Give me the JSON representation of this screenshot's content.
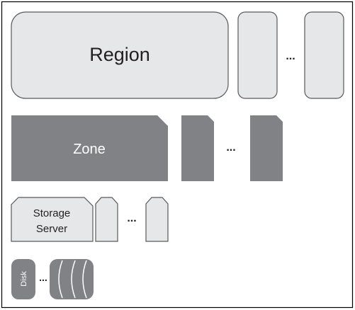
{
  "diagram": {
    "region": {
      "label": "Region",
      "fill": "#e6e7e8",
      "stroke": "#58595b"
    },
    "zone": {
      "label": "Zone",
      "fill": "#808285",
      "text_color": "#ffffff"
    },
    "storage_server": {
      "label_line1": "Storage",
      "label_line2": "Server",
      "fill": "#e6e7e8",
      "stroke": "#58595b"
    },
    "disk": {
      "label": "Disk",
      "fill": "#808285",
      "text_color": "#ffffff"
    },
    "ellipsis": "...",
    "frame_color": "#000000"
  }
}
